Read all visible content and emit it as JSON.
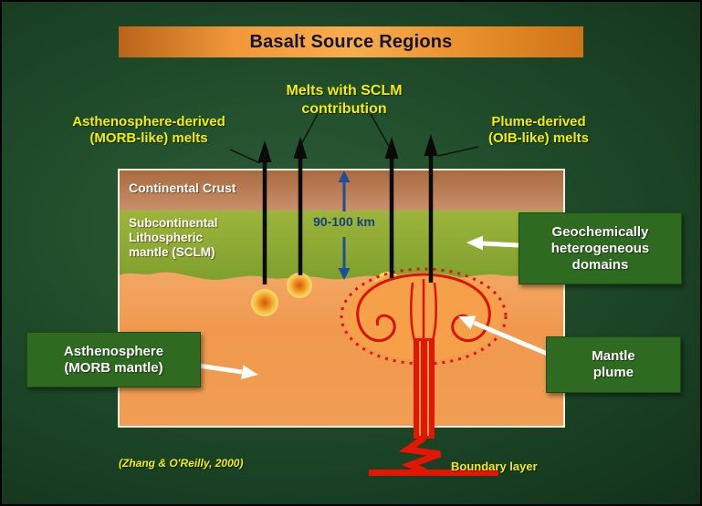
{
  "title": "Basalt Source Regions",
  "annotations": {
    "asthenosphere_derived": "Asthenosphere-derived\n(MORB-like) melts",
    "melts_sclm": "Melts with SCLM\ncontribution",
    "plume_derived": "Plume-derived\n(OIB-like) melts",
    "boundary_layer": "Boundary layer",
    "citation": "(Zhang & O'Reilly, 2000)"
  },
  "diagram": {
    "continental_crust": "Continental Crust",
    "sclm": "Subcontinental\nLithospheric\nmantle (SCLM)",
    "depth_label": "90-100 km"
  },
  "callouts": {
    "geochemical": "Geochemically\nheterogeneous\ndomains",
    "asthenosphere": "Asthenosphere\n(MORB mantle)",
    "mantle_plume": "Mantle\nplume"
  },
  "icons": {
    "melt_arrow": "upward-black-melt-arrow",
    "depth_arrow": "blue-double-headed-depth-arrow",
    "callout_arrow": "white-pointer-arrow",
    "melt_pocket": "orange-melt-blob",
    "plume_graphic": "red-mantle-plume-with-spirals"
  },
  "colors": {
    "background_green": "#1b4426",
    "title_orange": "#f0983a",
    "title_text": "#14142e",
    "label_yellow": "#f2ee00",
    "crust_brown": "#b4754a",
    "sclm_green": "#8aa832",
    "asthenosphere_orange": "#f4a763",
    "callout_green": "#2e6b21",
    "plume_red": "#e01400",
    "depth_blue": "#1c4e9b",
    "arrow_black": "#0a0a0a",
    "arrow_white": "#ffffff"
  }
}
